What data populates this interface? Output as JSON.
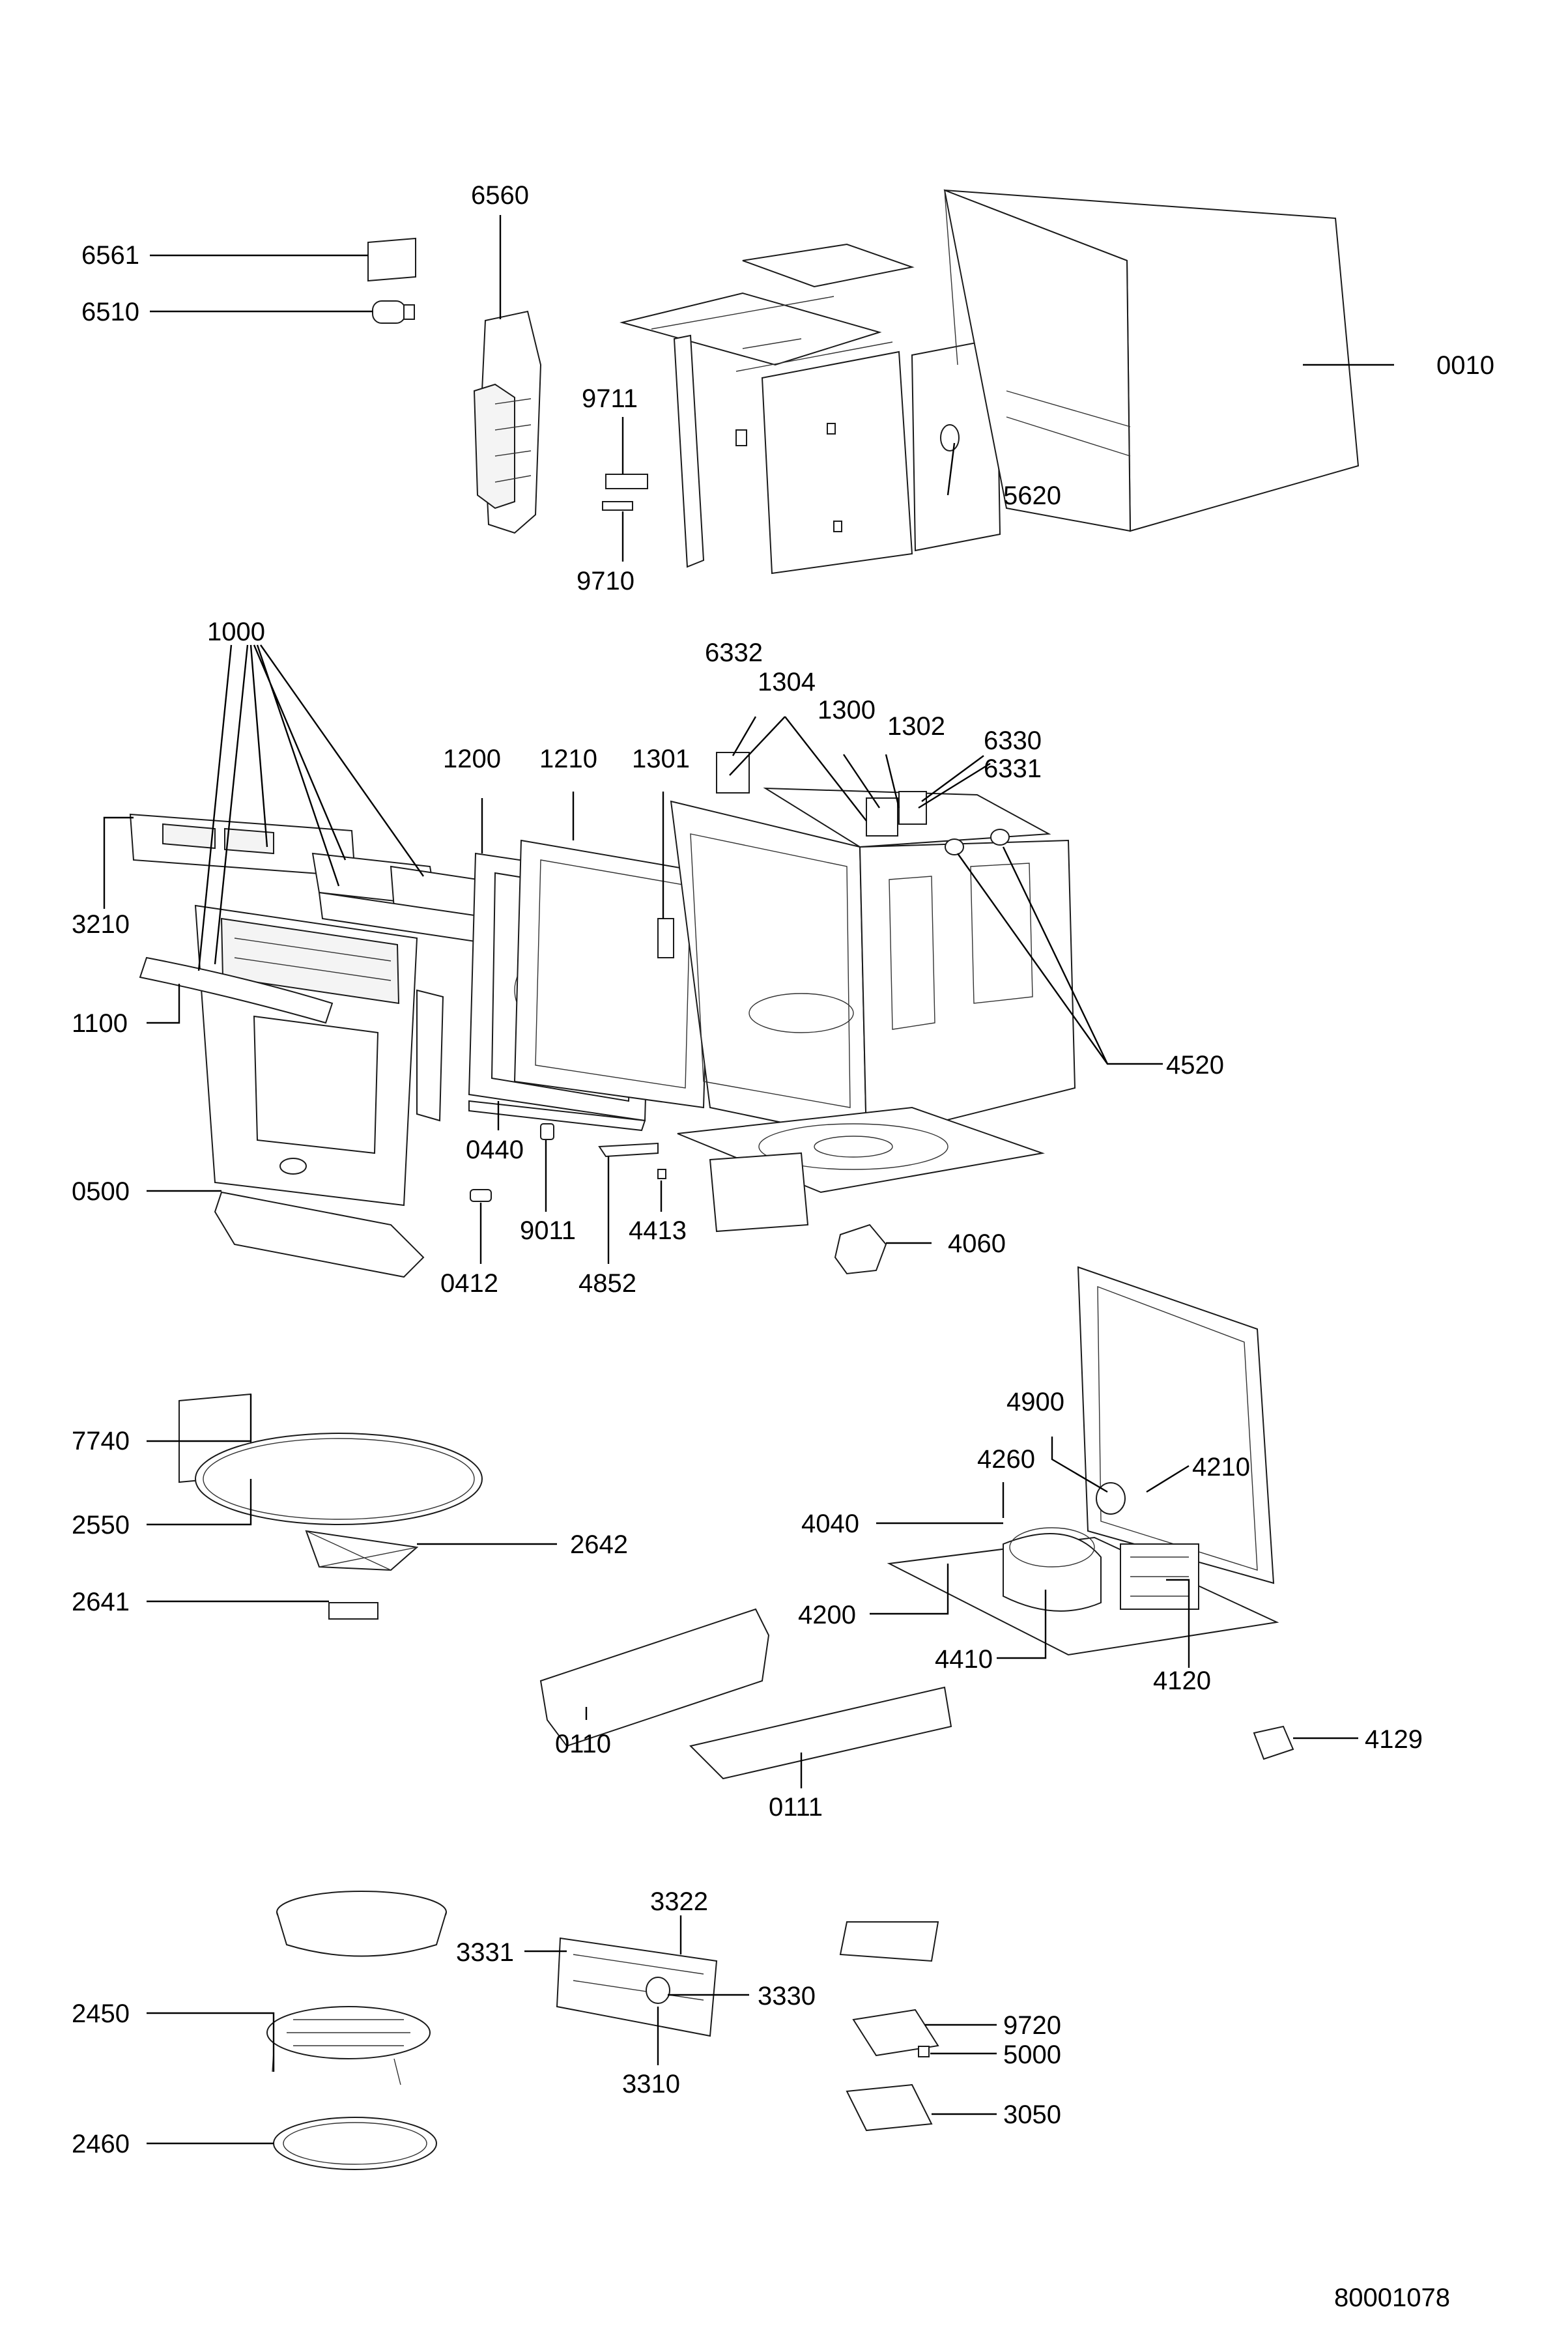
{
  "document_id": "80001078",
  "labels": {
    "p6560": "6560",
    "p6561": "6561",
    "p6510": "6510",
    "p0010": "0010",
    "p9711": "9711",
    "p9710": "9710",
    "p5620": "5620",
    "p1000": "1000",
    "p6332": "6332",
    "p1304": "1304",
    "p1300": "1300",
    "p1302": "1302",
    "p6330": "6330",
    "p6331": "6331",
    "p1200": "1200",
    "p1210": "1210",
    "p1301": "1301",
    "p3210": "3210",
    "p1100": "1100",
    "p4520": "4520",
    "p0440": "0440",
    "p0500": "0500",
    "p9011": "9011",
    "p4413": "4413",
    "p4060": "4060",
    "p0412": "0412",
    "p4852": "4852",
    "p7740": "7740",
    "p4900": "4900",
    "p4260": "4260",
    "p4210": "4210",
    "p2550": "2550",
    "p4040": "4040",
    "p2642": "2642",
    "p2641": "2641",
    "p4200": "4200",
    "p4410": "4410",
    "p4120": "4120",
    "p0110": "0110",
    "p4129": "4129",
    "p0111": "0111",
    "p3322": "3322",
    "p3331": "3331",
    "p3330": "3330",
    "p9720": "9720",
    "p5000": "5000",
    "p2450": "2450",
    "p3310": "3310",
    "p3050": "3050",
    "p2460": "2460"
  }
}
